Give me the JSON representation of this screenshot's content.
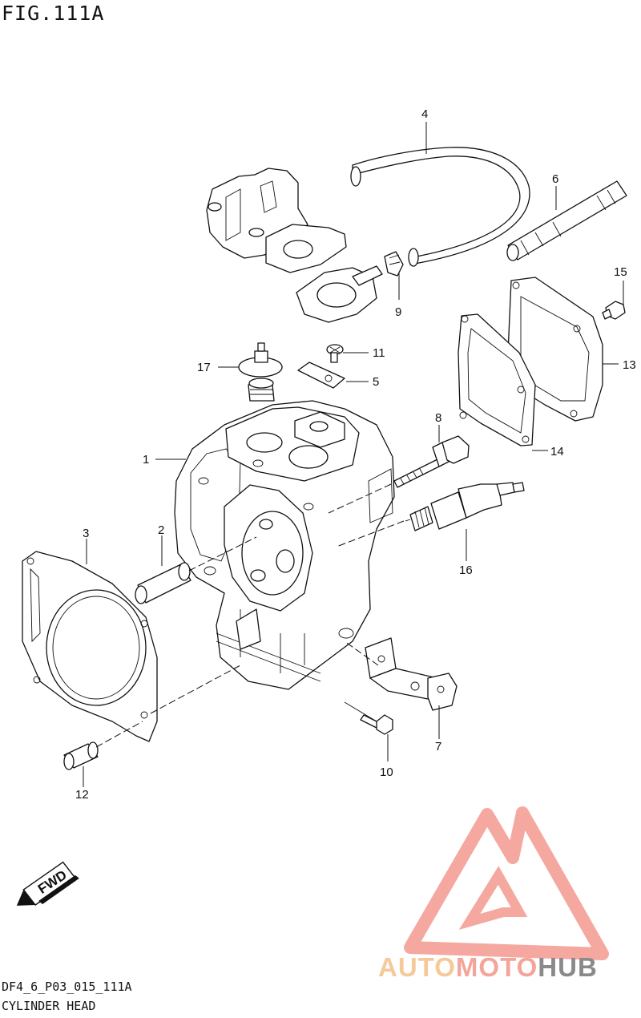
{
  "figure": {
    "title": "FIG.111A"
  },
  "footer": {
    "code": "DF4_6_P03_015_111A",
    "name": "CYLINDER HEAD"
  },
  "fwd_badge": {
    "label": "FWD"
  },
  "watermark": {
    "word_1": "AUTO",
    "word_2": "MOTO",
    "word_3": "HUB",
    "colors": {
      "auto": "#f5c99a",
      "moto": "#f4a59a",
      "hub": "#8a8a8a",
      "logo": "#f39a90"
    }
  },
  "callouts": {
    "c1": "1",
    "c2": "2",
    "c3": "3",
    "c4": "4",
    "c5": "5",
    "c6": "6",
    "c7": "7",
    "c8": "8",
    "c9": "9",
    "c10": "10",
    "c11": "11",
    "c12": "12",
    "c13": "13",
    "c14": "14",
    "c15": "15",
    "c16": "16",
    "c17": "17"
  }
}
